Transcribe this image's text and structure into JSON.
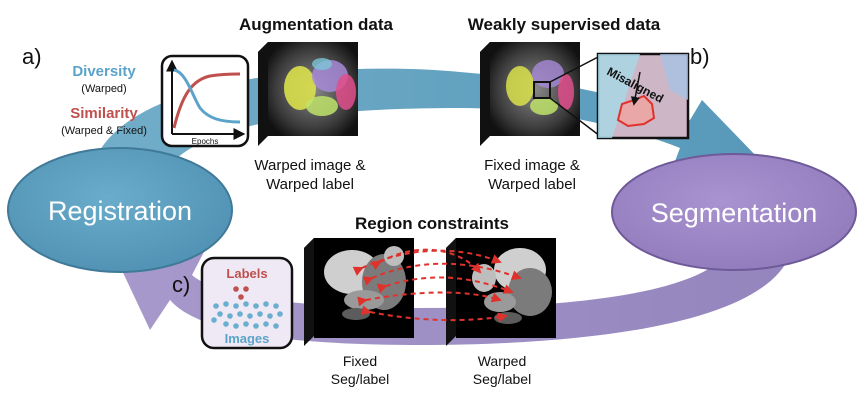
{
  "panel_labels": {
    "a": "a)",
    "b": "b)",
    "c": "c)"
  },
  "nodes": {
    "registration": "Registration",
    "segmentation": "Segmentation"
  },
  "augmentation": {
    "title": "Augmentation data",
    "caption_line1": "Warped image &",
    "caption_line2": "Warped label"
  },
  "weakly_supervised": {
    "title": "Weakly supervised data",
    "caption_line1": "Fixed image &",
    "caption_line2": "Warped label",
    "zoom_label": "Misaligned"
  },
  "region_constraints": {
    "title": "Region constraints",
    "fixed_line1": "Fixed",
    "fixed_line2": "Seg/label",
    "warped_line1": "Warped",
    "warped_line2": "Seg/label"
  },
  "diversity_similarity": {
    "diversity": "Diversity",
    "diversity_sub": "(Warped)",
    "similarity": "Similarity",
    "similarity_sub": "(Warped & Fixed)",
    "axis_label": "Epochs"
  },
  "labels_images": {
    "labels": "Labels",
    "images": "Images"
  },
  "colors": {
    "arrow_blue": "#5b9bbb",
    "arrow_purple": "#9d8fc2",
    "registration_fill": "#5d9fc0",
    "segmentation_fill": "#9d86c6",
    "diversity": "#5ba3c9",
    "similarity": "#c0504d",
    "dashed_arrow": "#e0322c"
  }
}
